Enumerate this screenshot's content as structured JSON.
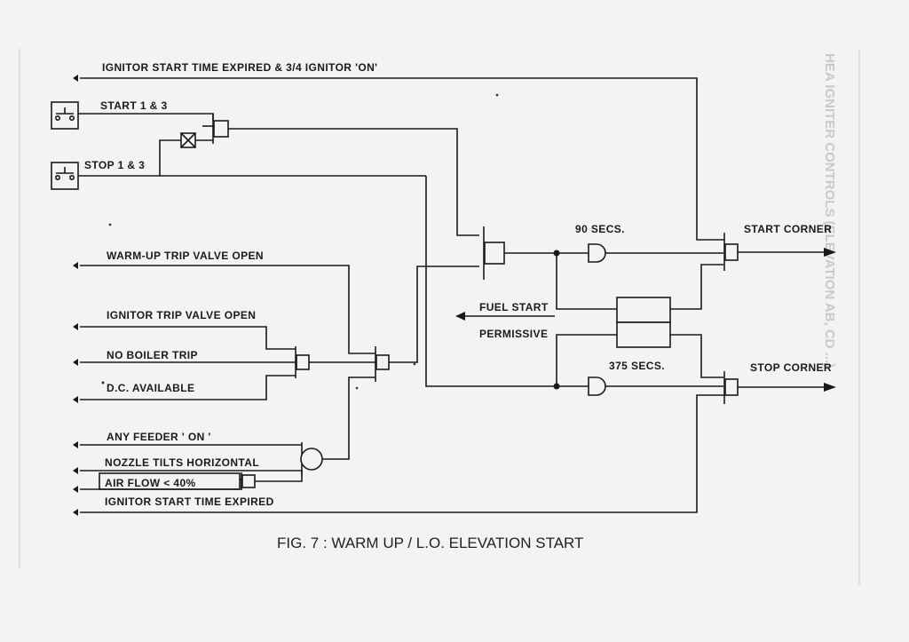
{
  "figure": {
    "caption": "FIG. 7 : WARM UP / L.O. ELEVATION START",
    "labels": {
      "ignitor_expired_34": "IGNITOR START TIME EXPIRED & 3/4 IGNITOR 'ON'",
      "start_13": "START 1 & 3",
      "stop_13": "STOP 1 & 3",
      "warmup_trip_valve": "WARM-UP   TRIP VALVE OPEN",
      "ignitor_trip_valve": "IGNITOR TRIP VALVE OPEN",
      "no_boiler_trip": "NO BOILER TRIP",
      "dc_available": "D.C. AVAILABLE",
      "any_feeder": "ANY FEEDER   ' ON '",
      "nozzle_tilts": "NOZZLE TILTS   HORIZONTAL",
      "air_flow": "AIR FLOW  < 40%",
      "ignitor_expired": "IGNITOR START TIME EXPIRED",
      "fuel_start": "FUEL START",
      "permissive": "PERMISSIVE",
      "timer_90": "90 SECS.",
      "timer_375": "375 SECS.",
      "start_corner": "START CORNER",
      "stop_corner": "STOP CORNER"
    },
    "bleed_through_title": "HEA IGNITER CONTROLS (ELEVATION AB, CD ...)"
  }
}
